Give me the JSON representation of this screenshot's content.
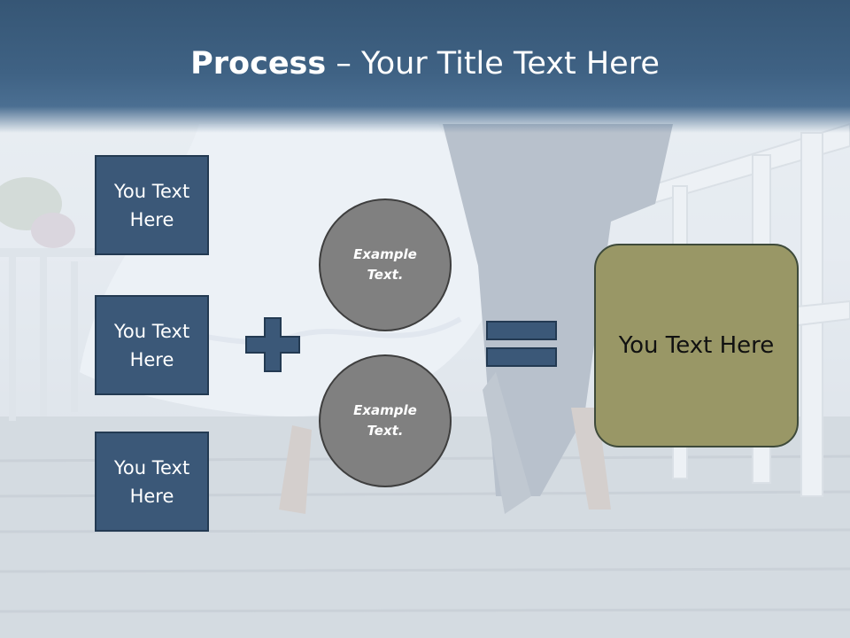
{
  "slide": {
    "title_bold": "Process",
    "title_rest": " – Your Title Text Here",
    "boxes": [
      {
        "label": "You Text Here"
      },
      {
        "label": "You Text Here"
      },
      {
        "label": "You Text Here"
      }
    ],
    "circles": [
      {
        "label": "Example Text."
      },
      {
        "label": "Example Text."
      }
    ],
    "result": {
      "label": "You Text Here"
    },
    "operators": [
      "plus-icon",
      "equals-icon"
    ]
  },
  "colors": {
    "title_bar": "#3f6284",
    "box_fill": "#3b5878",
    "circle_fill": "#808080",
    "result_fill": "#999766"
  }
}
